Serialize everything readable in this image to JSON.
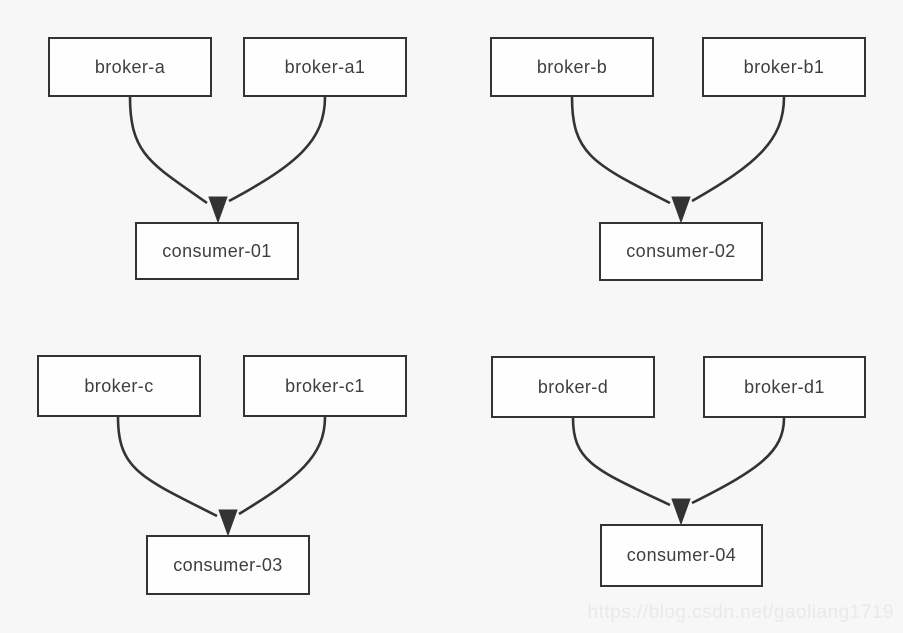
{
  "diagram": {
    "type": "broker-consumer-topology",
    "groups": [
      {
        "brokers": [
          "broker-a",
          "broker-a1"
        ],
        "consumer": "consumer-01"
      },
      {
        "brokers": [
          "broker-b",
          "broker-b1"
        ],
        "consumer": "consumer-02"
      },
      {
        "brokers": [
          "broker-c",
          "broker-c1"
        ],
        "consumer": "consumer-03"
      },
      {
        "brokers": [
          "broker-d",
          "broker-d1"
        ],
        "consumer": "consumer-04"
      }
    ],
    "edges": [
      {
        "from": "broker-a",
        "to": "consumer-01"
      },
      {
        "from": "broker-a1",
        "to": "consumer-01"
      },
      {
        "from": "broker-b",
        "to": "consumer-02"
      },
      {
        "from": "broker-b1",
        "to": "consumer-02"
      },
      {
        "from": "broker-c",
        "to": "consumer-03"
      },
      {
        "from": "broker-c1",
        "to": "consumer-03"
      },
      {
        "from": "broker-d",
        "to": "consumer-04"
      },
      {
        "from": "broker-d1",
        "to": "consumer-04"
      }
    ]
  },
  "colors": {
    "background": "#f7f7f7",
    "node_fill": "#fefefe",
    "node_border": "#333333",
    "edge": "#333333",
    "text": "#3f3f3f",
    "watermark": "#e9e9e9"
  },
  "watermark": "https://blog.csdn.net/gaoliang1719"
}
